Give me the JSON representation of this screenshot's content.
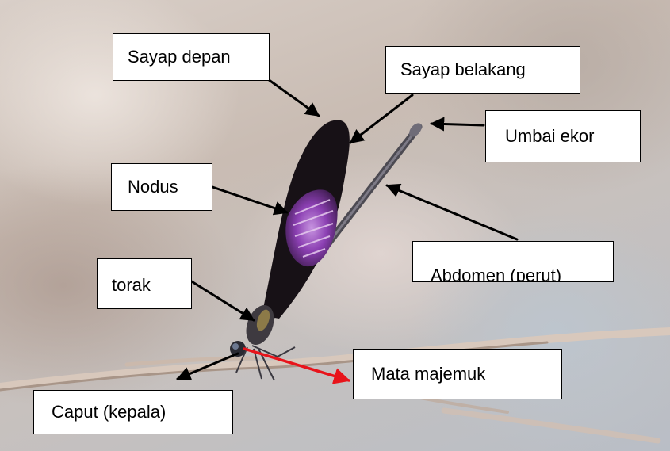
{
  "labels": {
    "sayap_depan": "Sayap depan",
    "sayap_belakang": "Sayap belakang",
    "umbai_ekor": "Umbai ekor",
    "nodus": "Nodus",
    "abdomen": "Abdomen (perut)",
    "torak": "torak",
    "mata_majemuk": "Mata majemuk",
    "caput": "Caput (kepala)"
  },
  "colors": {
    "arrow_black": "#000000",
    "arrow_red": "#e8141b",
    "wing_dark": "#161016",
    "wing_patch": "#8a3fb0"
  }
}
